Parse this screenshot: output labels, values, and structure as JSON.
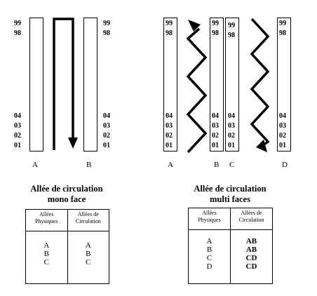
{
  "mono": {
    "top_numbers": [
      "99",
      "98"
    ],
    "bottom_numbers": [
      "04",
      "03",
      "02",
      "01"
    ],
    "aisle_labels": [
      "A",
      "B"
    ],
    "title_line1": "Allée de circulation",
    "title_line2": "mono face",
    "table": {
      "header_physical": [
        "Allées",
        "Physiques"
      ],
      "header_circulation": [
        "Allées de",
        "Circulation"
      ],
      "physical": [
        "A",
        "B",
        "C"
      ],
      "circulation": [
        "A",
        "B",
        "C"
      ]
    }
  },
  "multi": {
    "top_numbers": [
      "99",
      "98"
    ],
    "bottom_numbers": [
      "04",
      "03",
      "02",
      "01"
    ],
    "aisle_labels": [
      "A",
      "B",
      "C",
      "D"
    ],
    "title_line1": "Allée de circulation",
    "title_line2": "multi faces",
    "table": {
      "header_physical": [
        "Allées",
        "Physiques"
      ],
      "header_circulation": [
        "Allées de",
        "Circulation"
      ],
      "physical": [
        "A",
        "B",
        "C",
        "D"
      ],
      "circulation": [
        "AB",
        "AB",
        "CD",
        "CD"
      ]
    }
  },
  "colors": {
    "line": "#000000",
    "background": "#ffffff"
  }
}
